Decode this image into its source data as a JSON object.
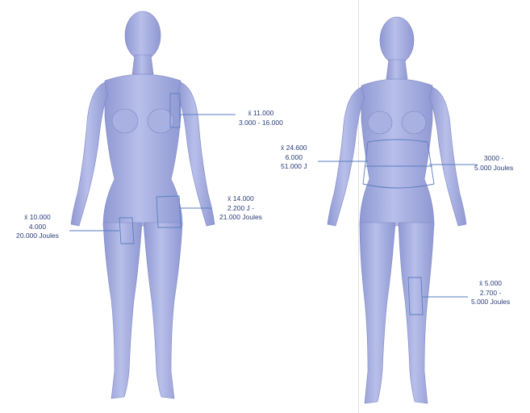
{
  "colors": {
    "body_fill": "#a7b0e0",
    "body_shade": "#8c95cf",
    "body_highlight": "#c4cbee",
    "annotation_line": "#5a7ec0",
    "label_text": "#2a3c78",
    "background": "#ffffff"
  },
  "left_figure": {
    "upper_arm": {
      "mean": "x̄ 11.000",
      "range": "3.000 - 16.000"
    },
    "thigh_front": {
      "mean": "x̄ 14.000",
      "range_1": "2.200 J -",
      "range_2": "21.000 Joules"
    },
    "thigh_side": {
      "mean": "x̄ 10.000",
      "range_1": "4.000",
      "range_2": "20.000 Joules"
    }
  },
  "right_figure": {
    "torso": {
      "mean": "x̄ 24.600",
      "range_1": "6.000",
      "range_2": "51.000 J"
    },
    "waist_side": {
      "range_1": "3000 -",
      "range_2": "5.000 Joules"
    },
    "knee": {
      "mean": "x̄ 5.000",
      "range_1": "2.700 -",
      "range_2": "5.000 Joules"
    }
  }
}
